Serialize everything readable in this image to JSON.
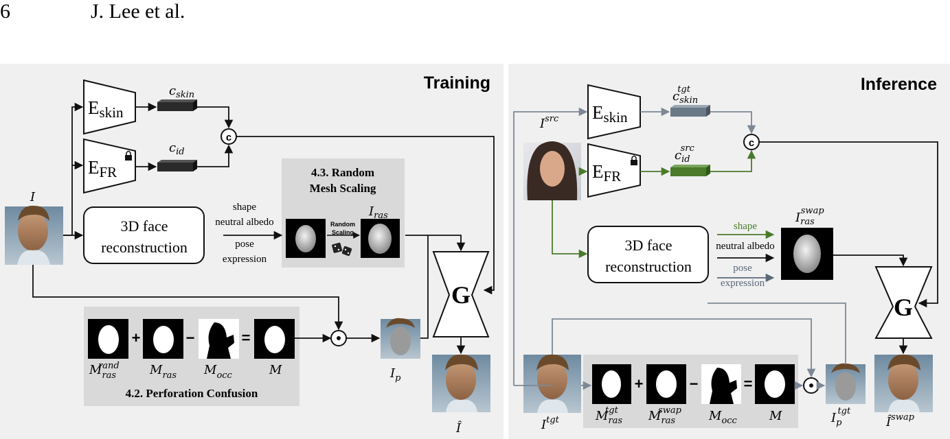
{
  "header": {
    "page_number": "6",
    "authors": "J. Lee et al."
  },
  "training": {
    "title": "Training",
    "input_label": "I",
    "enc_skin": {
      "main": "E",
      "sub": "skin"
    },
    "enc_fr": {
      "main": "E",
      "sub": "FR"
    },
    "c_skin": {
      "base": "c",
      "sub": "skin"
    },
    "c_id": {
      "base": "c",
      "sub": "id"
    },
    "concat_symbol": "c",
    "recon_line1": "3D face",
    "recon_line2": "reconstruction",
    "attrs": {
      "shape": "shape",
      "neutral_albedo": "neutral albedo",
      "pose": "pose",
      "expression": "expression"
    },
    "rms_title_1": "4.3. Random",
    "rms_title_2": "Mesh Scaling",
    "random_scaling_1": "Random",
    "random_scaling_2": "Scaling",
    "i_ras": {
      "base": "I",
      "sub": "ras"
    },
    "generator": "G",
    "pc_title": "4.2. Perforation Confusion",
    "plus": "+",
    "minus": "−",
    "equals": "=",
    "masks": [
      {
        "base": "M",
        "sub": "ras",
        "sup": "rand"
      },
      {
        "base": "M",
        "sub": "ras",
        "sup": ""
      },
      {
        "base": "M",
        "sub": "occ",
        "sup": ""
      },
      {
        "base": "M",
        "sub": "",
        "sup": ""
      }
    ],
    "odot": "⊙",
    "i_p": {
      "base": "I",
      "sub": "p"
    },
    "output": {
      "base": "Î",
      "sup": ""
    }
  },
  "inference": {
    "title": "Inference",
    "i_src": {
      "base": "I",
      "sup": "src"
    },
    "enc_skin": {
      "main": "E",
      "sub": "skin"
    },
    "enc_fr": {
      "main": "E",
      "sub": "FR"
    },
    "c_skin": {
      "base": "c",
      "sub": "skin",
      "sup": "tgt"
    },
    "c_id": {
      "base": "c",
      "sub": "id",
      "sup": "src"
    },
    "concat_symbol": "c",
    "recon_line1": "3D face",
    "recon_line2": "reconstruction",
    "attrs": {
      "shape": "shape",
      "neutral_albedo": "neutral albedo",
      "pose": "pose",
      "expression": "expression"
    },
    "i_ras_swap": {
      "base": "I",
      "sub": "ras",
      "sup": "swap"
    },
    "generator": "G",
    "i_tgt": {
      "base": "I",
      "sup": "tgt"
    },
    "plus": "+",
    "minus": "−",
    "equals": "=",
    "masks": [
      {
        "base": "M",
        "sub": "ras",
        "sup": "tgt"
      },
      {
        "base": "M",
        "sub": "ras",
        "sup": "swap"
      },
      {
        "base": "M",
        "sub": "occ",
        "sup": ""
      },
      {
        "base": "M",
        "sub": "",
        "sup": ""
      }
    ],
    "odot": "⊙",
    "i_p": {
      "base": "I",
      "sub": "p",
      "sup": "tgt"
    },
    "output": {
      "base": "Î",
      "sup": "swap"
    }
  },
  "colors": {
    "panel_bg": "#f0f0f0",
    "inset_bg": "#d9d9d9",
    "green": "#4a7a2a",
    "slate": "#5a6878",
    "arrow": "#111111",
    "gray_arrow": "#7d8894"
  }
}
